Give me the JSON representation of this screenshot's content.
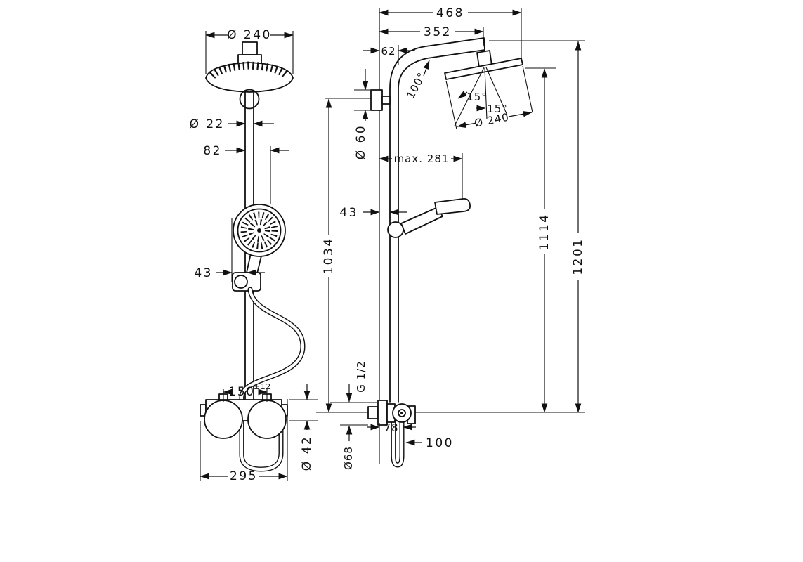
{
  "page": {
    "background": "#ffffff",
    "line_color": "#111111"
  },
  "front_view": {
    "dims": {
      "overhead_diameter": "Ø 240",
      "pipe_diameter": "Ø 22",
      "handshower_offset": "82",
      "holder_offset": "43",
      "connection_width": "150",
      "connection_tolerance": "±12",
      "overall_width": "295",
      "valve_diameter": "Ø 42"
    }
  },
  "side_view": {
    "dims": {
      "overall_reach": "468",
      "arm_reach": "352",
      "wall_offset": "62",
      "arm_angle": "100°",
      "head_tilt_left": "15°",
      "head_tilt_right": "15°",
      "head_diameter": "Ø 240",
      "bracket_diameter": "Ø 60",
      "max_handshower_reach": "max. 281",
      "wall_to_bar": "43",
      "bar_top_height": "1034",
      "head_underside_height": "1114",
      "overall_height": "1201",
      "supply_thread": "G 1/2",
      "escutcheon_diameter": "Ø68",
      "valve_depth": "78",
      "hose_clearance": "100"
    }
  }
}
